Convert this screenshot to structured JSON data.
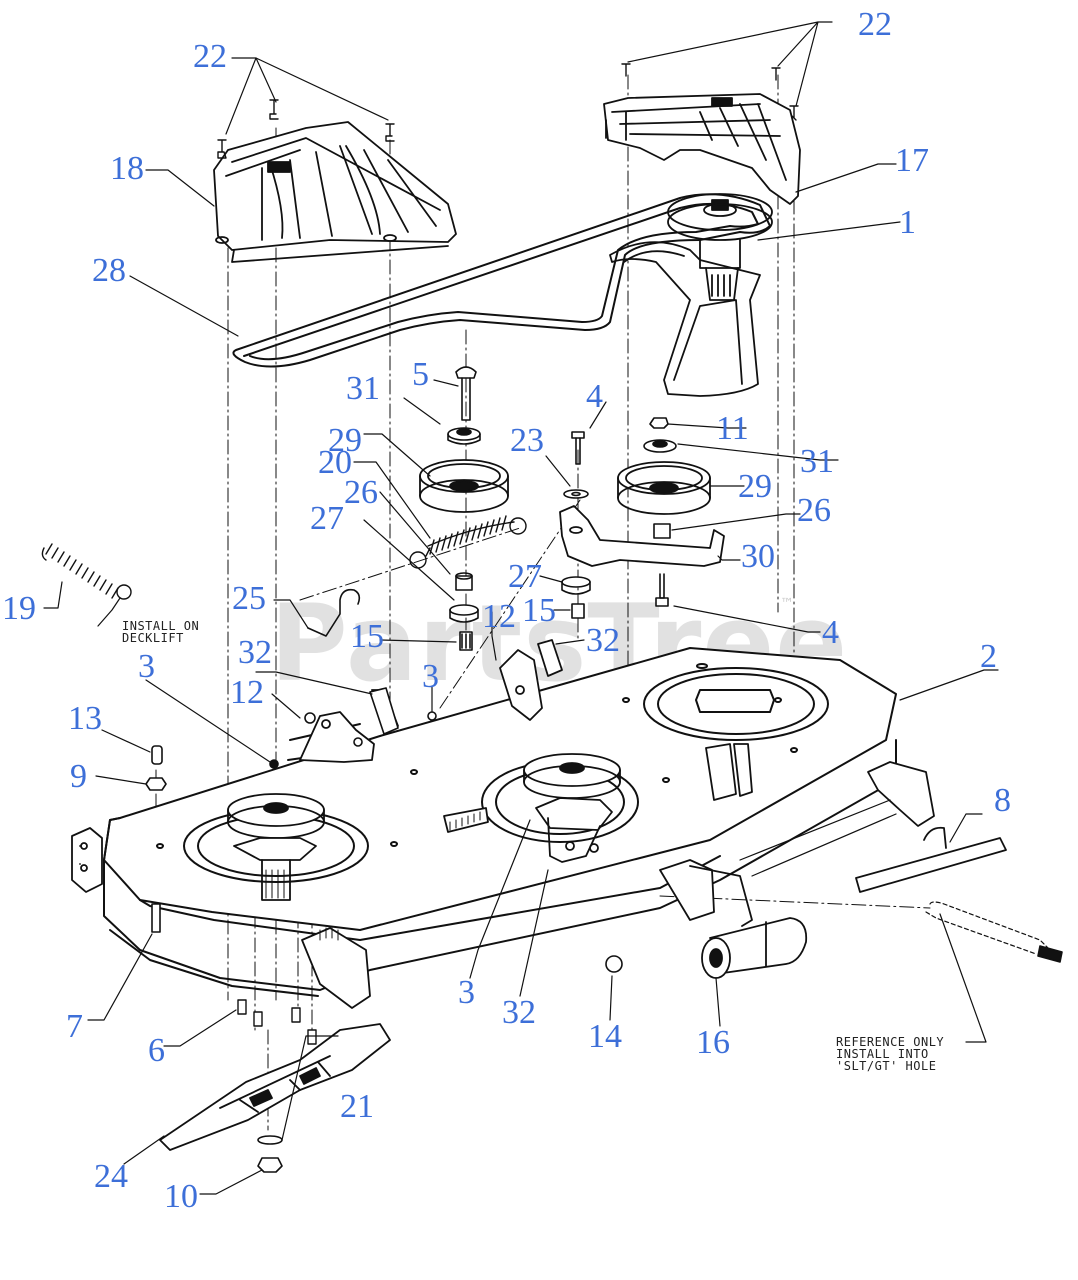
{
  "diagram": {
    "watermark": "PartsTree",
    "watermark_mark": "™",
    "notes": {
      "decklift": "INSTALL ON\nDECKLIFT",
      "reference": "REFERENCE ONLY\nINSTALL INTO\n'SLT/GT' HOLE"
    },
    "colors": {
      "callout": "#3d6fd8",
      "line": "#111111",
      "watermark": "#d8d8d8"
    },
    "callouts": [
      {
        "id": "c22a",
        "label": "22"
      },
      {
        "id": "c22b",
        "label": "22"
      },
      {
        "id": "c18",
        "label": "18"
      },
      {
        "id": "c17",
        "label": "17"
      },
      {
        "id": "c1",
        "label": "1"
      },
      {
        "id": "c28",
        "label": "28"
      },
      {
        "id": "c5",
        "label": "5"
      },
      {
        "id": "c31a",
        "label": "31"
      },
      {
        "id": "c4a",
        "label": "4"
      },
      {
        "id": "c11",
        "label": "11"
      },
      {
        "id": "c23",
        "label": "23"
      },
      {
        "id": "c29a",
        "label": "29"
      },
      {
        "id": "c20",
        "label": "20"
      },
      {
        "id": "c31b",
        "label": "31"
      },
      {
        "id": "c26a",
        "label": "26"
      },
      {
        "id": "c29b",
        "label": "29"
      },
      {
        "id": "c27a",
        "label": "27"
      },
      {
        "id": "c26b",
        "label": "26"
      },
      {
        "id": "c30",
        "label": "30"
      },
      {
        "id": "c27b",
        "label": "27"
      },
      {
        "id": "c19",
        "label": "19"
      },
      {
        "id": "c25",
        "label": "25"
      },
      {
        "id": "c12a",
        "label": "12"
      },
      {
        "id": "c15a",
        "label": "15"
      },
      {
        "id": "c4b",
        "label": "4"
      },
      {
        "id": "c15b",
        "label": "15"
      },
      {
        "id": "c32a",
        "label": "32"
      },
      {
        "id": "c32b",
        "label": "32"
      },
      {
        "id": "c3a",
        "label": "3"
      },
      {
        "id": "c3b",
        "label": "3"
      },
      {
        "id": "c2",
        "label": "2"
      },
      {
        "id": "c12b",
        "label": "12"
      },
      {
        "id": "c13",
        "label": "13"
      },
      {
        "id": "c9",
        "label": "9"
      },
      {
        "id": "c8",
        "label": "8"
      },
      {
        "id": "c3c",
        "label": "3"
      },
      {
        "id": "c32c",
        "label": "32"
      },
      {
        "id": "c14",
        "label": "14"
      },
      {
        "id": "c16",
        "label": "16"
      },
      {
        "id": "c7",
        "label": "7"
      },
      {
        "id": "c6",
        "label": "6"
      },
      {
        "id": "c21",
        "label": "21"
      },
      {
        "id": "c24",
        "label": "24"
      },
      {
        "id": "c10",
        "label": "10"
      }
    ]
  }
}
